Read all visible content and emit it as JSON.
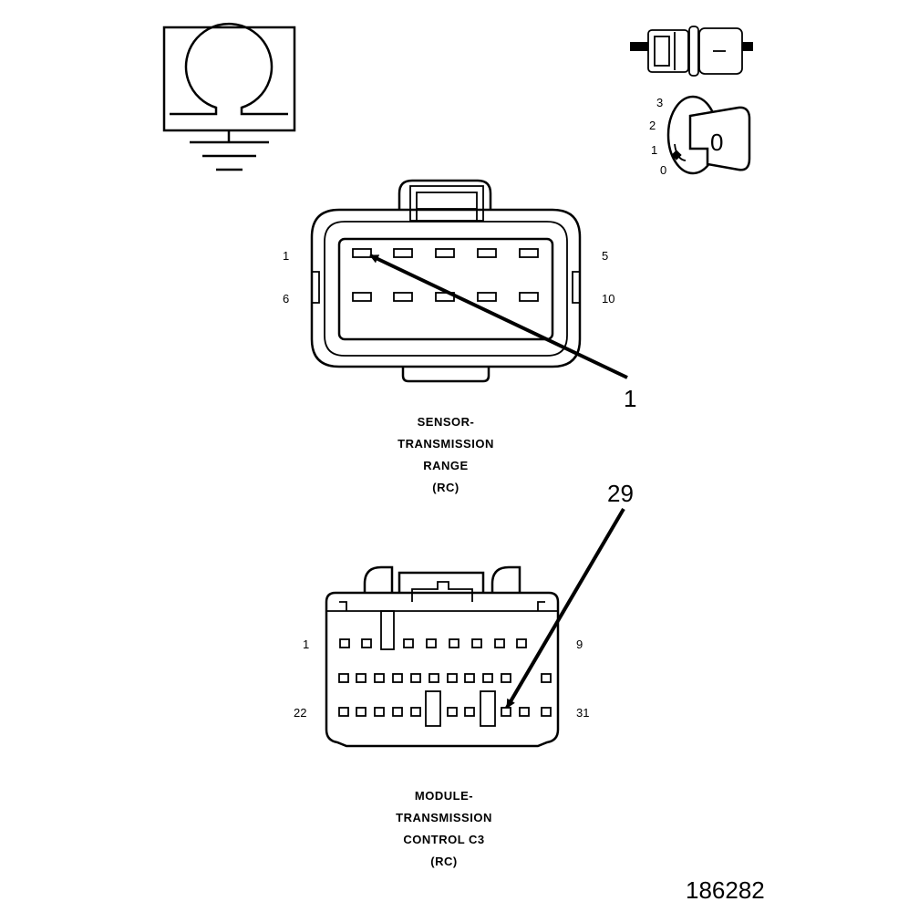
{
  "symbols": {
    "ohmmeter": "ohm-symbol-with-ground",
    "connector_test": "connector-probe-icon",
    "ignition": "ignition-key-icon",
    "ignition_positions": [
      "3",
      "2",
      "1",
      "0"
    ],
    "ignition_key_label": "0"
  },
  "sensor_connector": {
    "pin_labels": {
      "top_left": "1",
      "top_right": "5",
      "bottom_left": "6",
      "bottom_right": "10"
    },
    "callout": "1",
    "caption": [
      "SENSOR-",
      "TRANSMISSION",
      "RANGE",
      "(RC)"
    ]
  },
  "module_connector": {
    "pin_labels": {
      "top_left": "1",
      "top_right": "9",
      "bottom_left": "22",
      "bottom_right": "31"
    },
    "callout": "29",
    "caption": [
      "MODULE-",
      "TRANSMISSION",
      "CONTROL C3",
      "(RC)"
    ]
  },
  "figure_number": "186282"
}
